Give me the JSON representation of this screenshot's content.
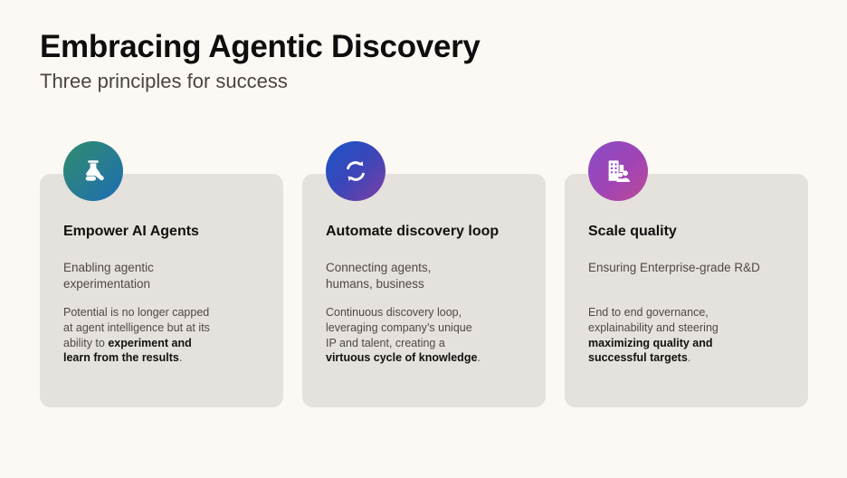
{
  "theme": {
    "page_background": "#FCF8F3",
    "card_background": "#E5E1DC",
    "title_color": "#0E0E0E",
    "body_color": "#4E4945"
  },
  "header": {
    "title": "Embracing Agentic Discovery",
    "subtitle": "Three principles for success"
  },
  "cards": [
    {
      "icon": "flask-experiment-icon",
      "icon_gradient": [
        "#2F8C6B",
        "#1A6EB4"
      ],
      "title": "Empower AI Agents",
      "lead": "Enabling agentic\nexperimentation",
      "body_plain": "Potential is no longer capped\nat agent intelligence but at its\nability to ",
      "body_bold": "experiment and\nlearn from the results",
      "body_tail": "."
    },
    {
      "icon": "sync-loop-icon",
      "icon_gradient": [
        "#1A55C8",
        "#7E3FA6"
      ],
      "title": "Automate discovery loop",
      "lead": "Connecting agents,\nhumans, business",
      "body_plain": "Continuous discovery loop,\nleveraging company’s unique\nIP and talent, creating a\n",
      "body_bold": "virtuous cycle of knowledge",
      "body_tail": "."
    },
    {
      "icon": "org-building-people-icon",
      "icon_gradient": [
        "#8A4CC6",
        "#BC4A98"
      ],
      "title": "Scale quality",
      "lead": "Ensuring Enterprise-grade R&D",
      "body_plain": "End to end governance,\nexplainability and steering\n",
      "body_bold": "maximizing quality and\nsuccessful targets",
      "body_tail": "."
    }
  ]
}
